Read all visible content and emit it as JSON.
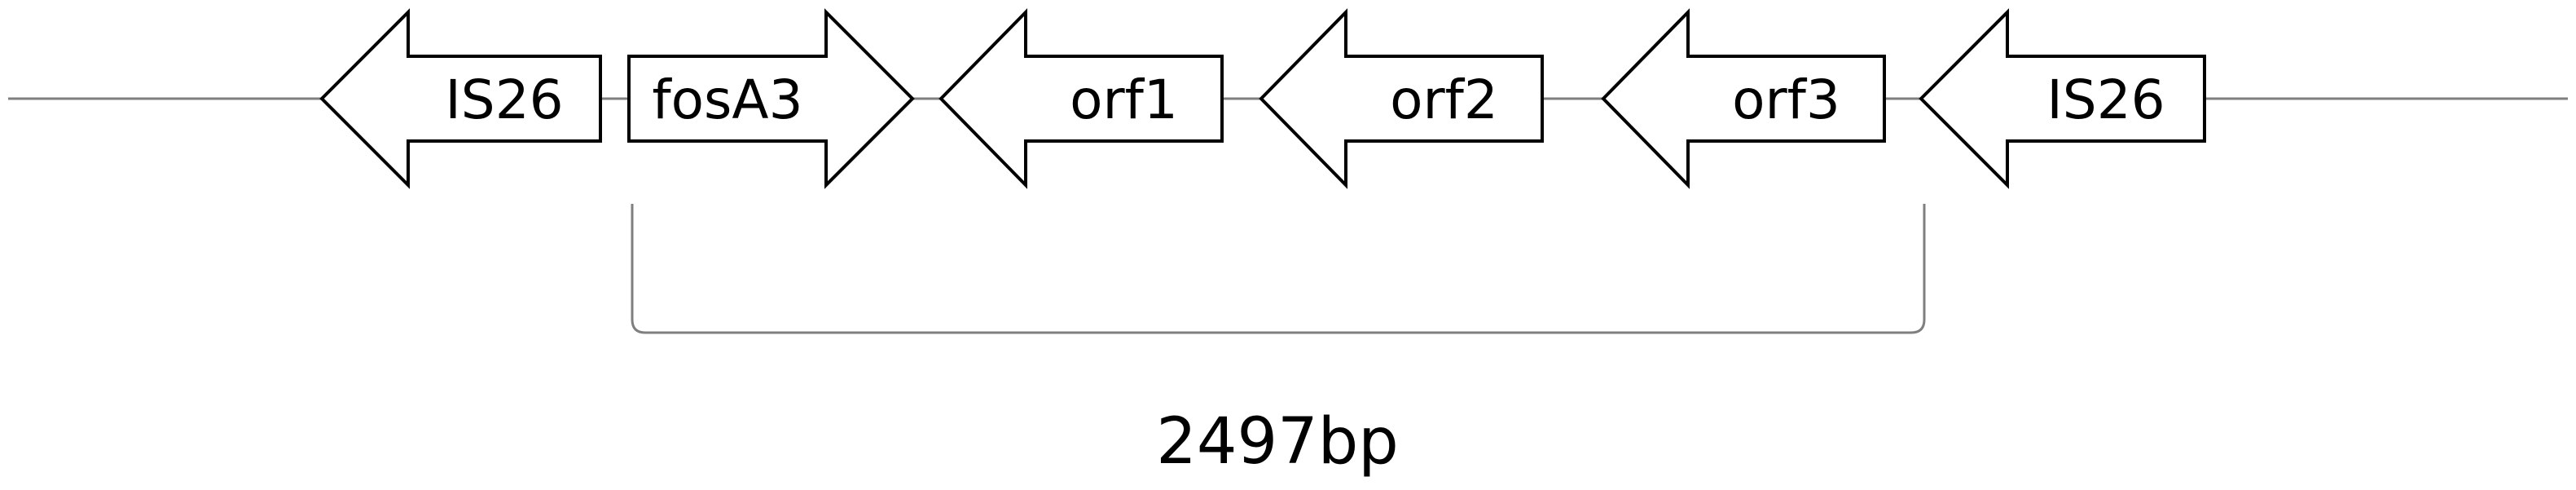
{
  "genes": [
    {
      "label": "IS26",
      "direction": "left"
    },
    {
      "label": "fosA3",
      "direction": "right"
    },
    {
      "label": "orf1",
      "direction": "left"
    },
    {
      "label": "orf2",
      "direction": "left"
    },
    {
      "label": "orf3",
      "direction": "left"
    },
    {
      "label": "IS26",
      "direction": "left"
    }
  ],
  "region": {
    "from_gene": 1,
    "to_gene": 4,
    "length_label": "2497bp"
  },
  "colors": {
    "stroke": "#000000",
    "fill": "#ffffff",
    "backbone": "#7f7f7f"
  }
}
